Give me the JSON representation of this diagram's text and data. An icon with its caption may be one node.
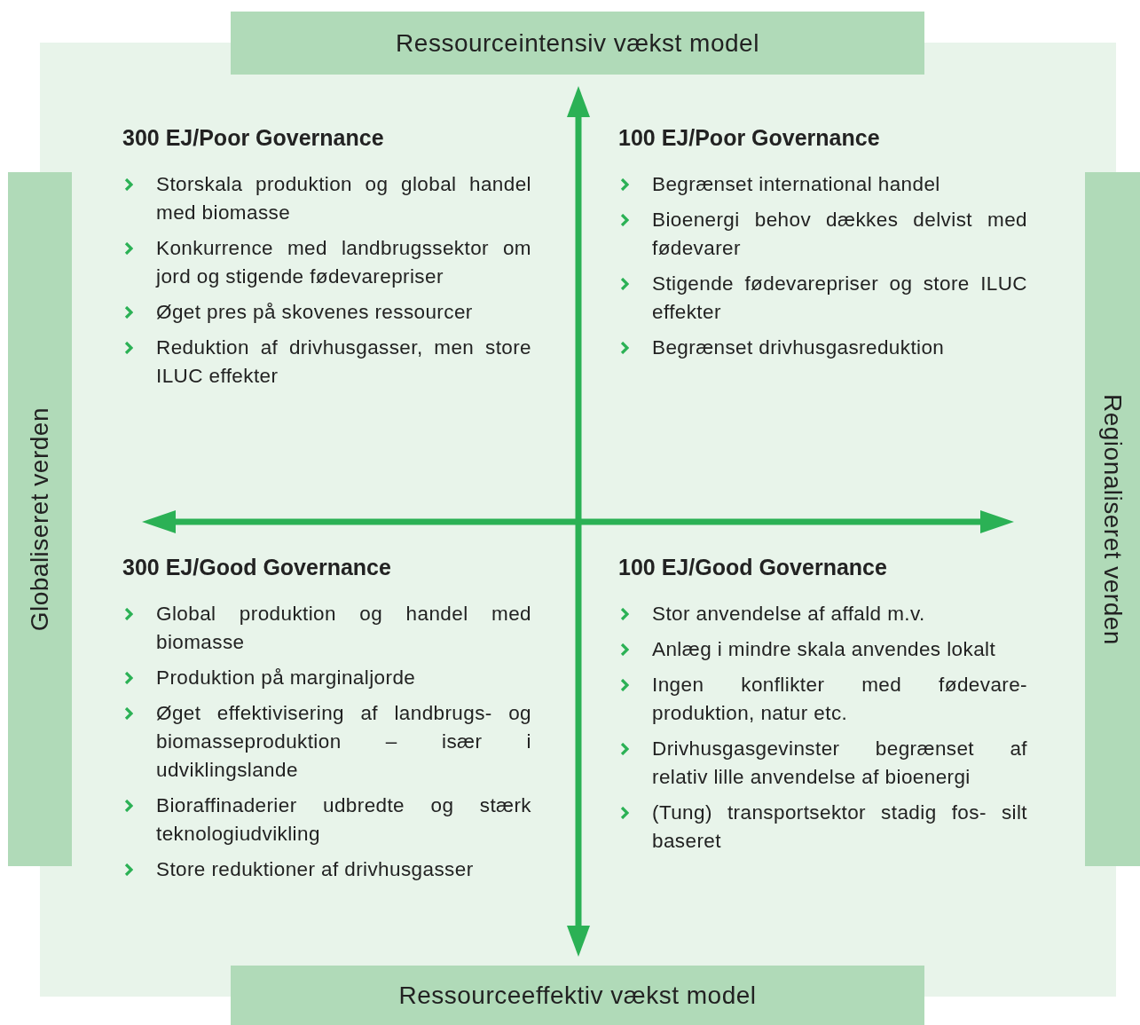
{
  "diagram": {
    "nodes": [
      {
        "text": [
          "Ressourceintensiv vækst model"
        ]
      },
      {
        "text": [
          "Globaliseret verden"
        ]
      },
      {
        "text": [
          "Regionaliseret verden"
        ]
      },
      {
        "text": [
          "Ressourceeffektiv vækst model"
        ]
      }
    ],
    "edges": [],
    "labels": [
      "300 EJ/Poor Governance",
      "Storskala produktion og global handel med biomasse",
      "Konkurrence med landbrugssektor om jord og stigende fødevarepriser",
      "Øget pres på skovenes ressourcer",
      "Reduktion af drivhusgasser, men store ILUC effekter",
      "100 EJ/Poor Governance",
      "Begrænset international handel",
      "Bioenergi behov dækkes delvist med fødevarer",
      "Stigende fødevarepriser og store ILUC effekter",
      "Begrænset drivhusgasreduktion",
      "300 EJ/Good Governance",
      "Global produktion og handel med biomasse",
      "Produktion på marginaljorde",
      "Øget effektivisering af landbrugs- og biomasseproduktion – især i udviklingslande",
      "Bioraffinaderier udbredte og stærk teknologiudvikling",
      "Store reduktioner af drivhusgasser",
      "100 EJ/Good Governance",
      "Stor anvendelse af affald m.v.",
      "Anlæg i mindre skala anvendes lokalt",
      "Ingen konflikter med fødevare- produktion, natur etc.",
      "Drivhusgasgevinster begrænset af relativ lille anvendelse af bioenergi",
      "(Tung) transportsektor stadig fos- silt baseret"
    ]
  }
}
